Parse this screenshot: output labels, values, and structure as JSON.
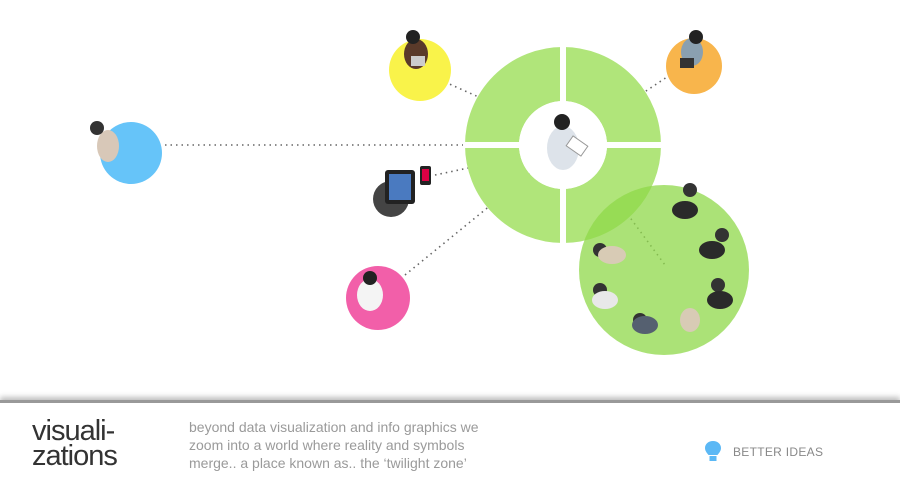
{
  "footer": {
    "title_line1": "visuali-",
    "title_line2": "zations",
    "description_lines": [
      "beyond data visualization and info graphics we",
      "zoom into a world where reality and symbols",
      "merge.. a place known as.. the ‘twilight zone’"
    ],
    "cta_label": "BETTER IDEAS",
    "cta_icon": "lightbulb-icon"
  },
  "colors": {
    "donut": "#b0e57a",
    "blue": "#66c4f9",
    "yellow": "#f9f34a",
    "orange": "#f8b54c",
    "pink": "#f25fa9",
    "gray": "#444444",
    "group": "#9dde5a",
    "bulb": "#5bb8f5"
  }
}
